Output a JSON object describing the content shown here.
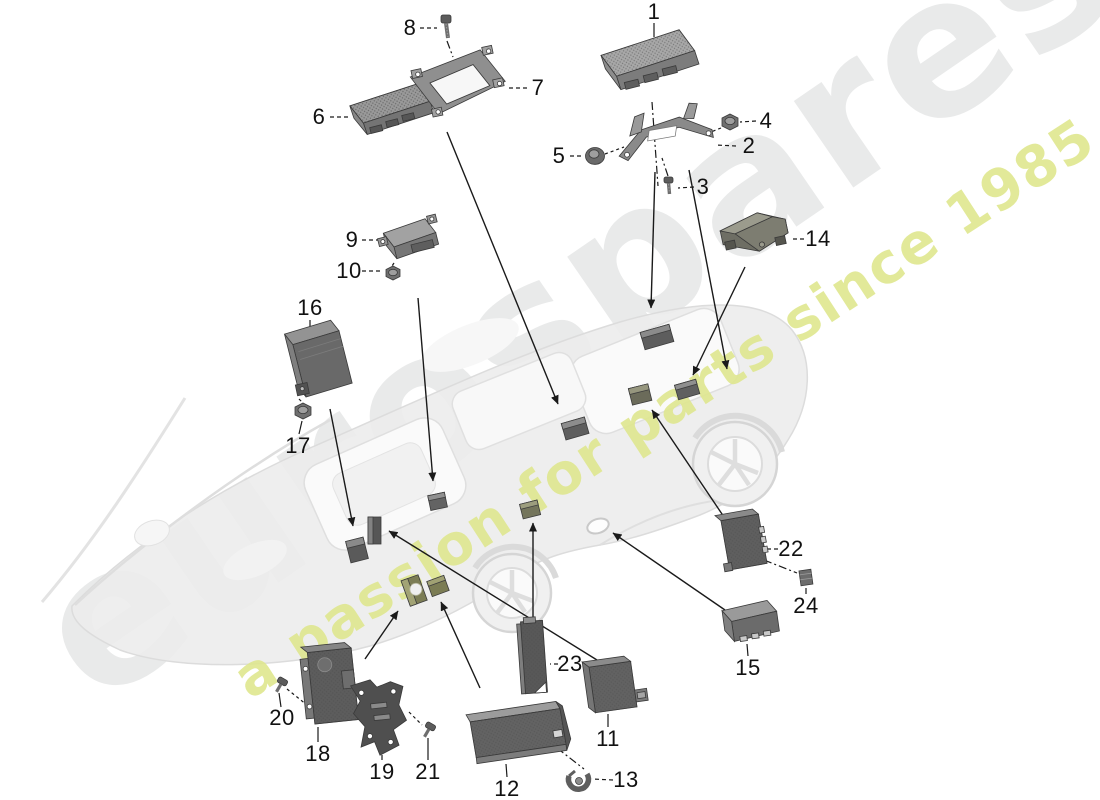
{
  "watermark": {
    "brand": "eurospares",
    "tagline": "a passion for parts since 1985",
    "brand_color": "#e9eaea",
    "tagline_color": "#dfe78f"
  },
  "diagram": {
    "description": "exploded parts diagram - control units on vehicle underbody",
    "line_color": "#1a1a1a",
    "ghost_color": "#ececec"
  },
  "callouts": [
    "1",
    "2",
    "3",
    "4",
    "5",
    "6",
    "7",
    "8",
    "9",
    "10",
    "11",
    "12",
    "13",
    "14",
    "15",
    "16",
    "17",
    "18",
    "19",
    "20",
    "21",
    "22",
    "23",
    "24"
  ]
}
